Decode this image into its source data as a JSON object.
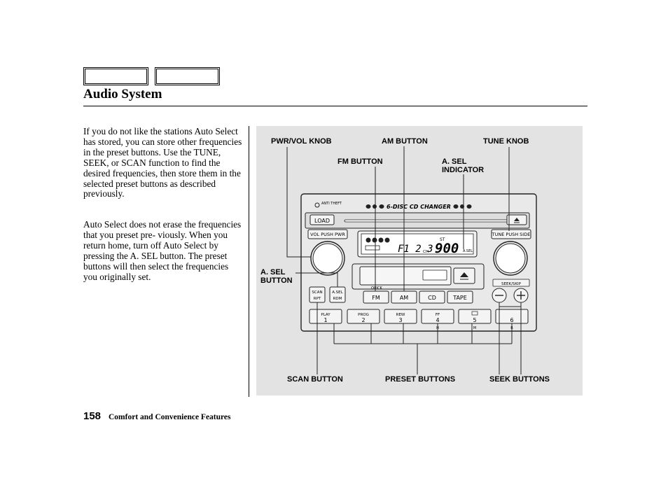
{
  "page": {
    "title": "Audio System",
    "paragraph1": "If you do not like the stations Auto Select has stored, you can store other frequencies in the preset buttons. Use the TUNE, SEEK, or SCAN function to find the desired frequencies, then store them in the selected preset buttons as described previously.",
    "paragraph2": "Auto Select does not erase the frequencies that you preset pre- viously. When you return home, turn off Auto Select by pressing the A. SEL button. The preset buttons will then select the frequencies you originally set.",
    "page_number": "158",
    "section": "Comfort and Convenience Features"
  },
  "figure": {
    "callouts": {
      "pwr_vol_knob": "PWR/VOL KNOB",
      "am_button": "AM BUTTON",
      "tune_knob": "TUNE KNOB",
      "fm_button": "FM BUTTON",
      "asel_indicator_1": "A. SEL",
      "asel_indicator_2": "INDICATOR",
      "asel_button_1": "A. SEL",
      "asel_button_2": "BUTTON",
      "scan_button": "SCAN BUTTON",
      "preset_buttons": "PRESET BUTTONS",
      "seek_buttons": "SEEK BUTTONS"
    },
    "radio": {
      "anti_theft": "ANTI THEFT",
      "changer": "6-DISC CD CHANGER",
      "load": "LOAD",
      "vol_pwr": "VOL PUSH PWR",
      "tune_side": "TUNE PUSH SIDE",
      "display_freq": "F1 2 3",
      "display_station": "900",
      "display_ch": "CH",
      "display_st": "ST",
      "display_asel": "A.SEL",
      "scan": "SCAN",
      "rpt": "RPT",
      "asel": "A.SEL",
      "rdm": "RDM",
      "quick": "QUICK",
      "fm": "FM",
      "am": "AM",
      "cd": "CD",
      "tape": "TAPE",
      "seek_skip": "SEEK/SKIP",
      "presets": [
        {
          "top": "PLAY",
          "num": "1",
          "sub": ""
        },
        {
          "top": "PROG",
          "num": "2",
          "sub": ""
        },
        {
          "top": "REW",
          "num": "3",
          "sub": ""
        },
        {
          "top": "FF",
          "num": "4",
          "sub": "H"
        },
        {
          "top": "",
          "num": "5",
          "sub": "M"
        },
        {
          "top": "",
          "num": "6",
          "sub": "R"
        }
      ]
    }
  }
}
